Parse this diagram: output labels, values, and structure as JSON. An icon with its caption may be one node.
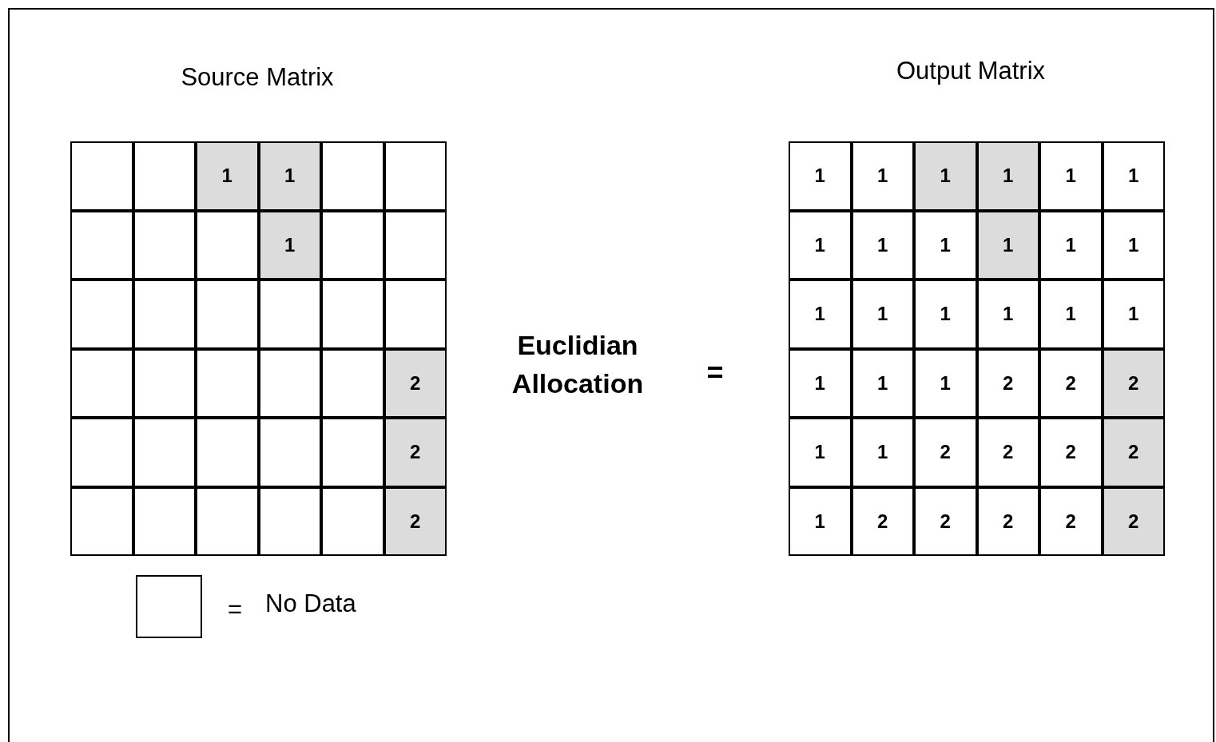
{
  "diagram": {
    "nodes": [
      {
        "text": [],
        "shape": "box"
      },
      {
        "text": [],
        "shape": "box"
      },
      {
        "text": [
          "1"
        ]
      },
      {
        "text": [
          "1"
        ]
      },
      {
        "text": [],
        "shape": "box"
      },
      {
        "text": [],
        "shape": "box"
      },
      {
        "text": [],
        "shape": "box"
      },
      {
        "text": [],
        "shape": "box"
      },
      {
        "text": [],
        "shape": "box"
      },
      {
        "text": [
          "1"
        ]
      },
      {
        "text": [],
        "shape": "box"
      },
      {
        "text": [],
        "shape": "box"
      },
      {
        "text": [],
        "shape": "box"
      },
      {
        "text": [],
        "shape": "box"
      },
      {
        "text": [],
        "shape": "box"
      },
      {
        "text": [],
        "shape": "box"
      },
      {
        "text": [],
        "shape": "box"
      },
      {
        "text": [],
        "shape": "box"
      },
      {
        "text": [],
        "shape": "box"
      },
      {
        "text": [],
        "shape": "box"
      },
      {
        "text": [],
        "shape": "box"
      },
      {
        "text": [],
        "shape": "box"
      },
      {
        "text": [],
        "shape": "box"
      },
      {
        "text": [
          "2"
        ]
      },
      {
        "text": [],
        "shape": "box"
      },
      {
        "text": [],
        "shape": "box"
      },
      {
        "text": [],
        "shape": "box"
      },
      {
        "text": [],
        "shape": "box"
      },
      {
        "text": [],
        "shape": "box"
      },
      {
        "text": [
          "2"
        ]
      },
      {
        "text": [],
        "shape": "box"
      },
      {
        "text": [],
        "shape": "box"
      },
      {
        "text": [],
        "shape": "box"
      },
      {
        "text": [],
        "shape": "box"
      },
      {
        "text": [],
        "shape": "box"
      },
      {
        "text": [
          "2"
        ]
      },
      {
        "text": [
          "1"
        ]
      },
      {
        "text": [
          "1"
        ]
      },
      {
        "text": [
          "1"
        ]
      },
      {
        "text": [
          "1"
        ]
      },
      {
        "text": [
          "1"
        ]
      },
      {
        "text": [
          "1"
        ]
      },
      {
        "text": [
          "1"
        ]
      },
      {
        "text": [
          "1"
        ]
      },
      {
        "text": [
          "1"
        ]
      },
      {
        "text": [
          "1"
        ]
      },
      {
        "text": [
          "1"
        ]
      },
      {
        "text": [
          "1"
        ]
      },
      {
        "text": [
          "1"
        ]
      },
      {
        "text": [
          "1"
        ]
      },
      {
        "text": [
          "1"
        ]
      },
      {
        "text": [
          "1"
        ]
      },
      {
        "text": [
          "1"
        ]
      },
      {
        "text": [
          "1"
        ]
      },
      {
        "text": [
          "1"
        ]
      },
      {
        "text": [
          "1"
        ]
      },
      {
        "text": [
          "1"
        ]
      },
      {
        "text": [
          "2"
        ]
      },
      {
        "text": [
          "2"
        ]
      },
      {
        "text": [
          "2"
        ]
      },
      {
        "text": [
          "1"
        ]
      },
      {
        "text": [
          "1"
        ]
      },
      {
        "text": [
          "2"
        ]
      },
      {
        "text": [
          "2"
        ]
      },
      {
        "text": [
          "2"
        ]
      },
      {
        "text": [
          "2"
        ]
      },
      {
        "text": [
          "1"
        ]
      },
      {
        "text": [
          "2"
        ]
      },
      {
        "text": [
          "2"
        ]
      },
      {
        "text": [
          "2"
        ]
      },
      {
        "text": [
          "2"
        ]
      },
      {
        "text": [
          "2"
        ]
      },
      {
        "text": [],
        "shape": "box",
        "beside": [
          "=",
          "No Data"
        ]
      }
    ],
    "edges": [],
    "labels": [
      "Source Matrix",
      "Output Matrix",
      "Euclidian Allocation",
      "="
    ]
  }
}
